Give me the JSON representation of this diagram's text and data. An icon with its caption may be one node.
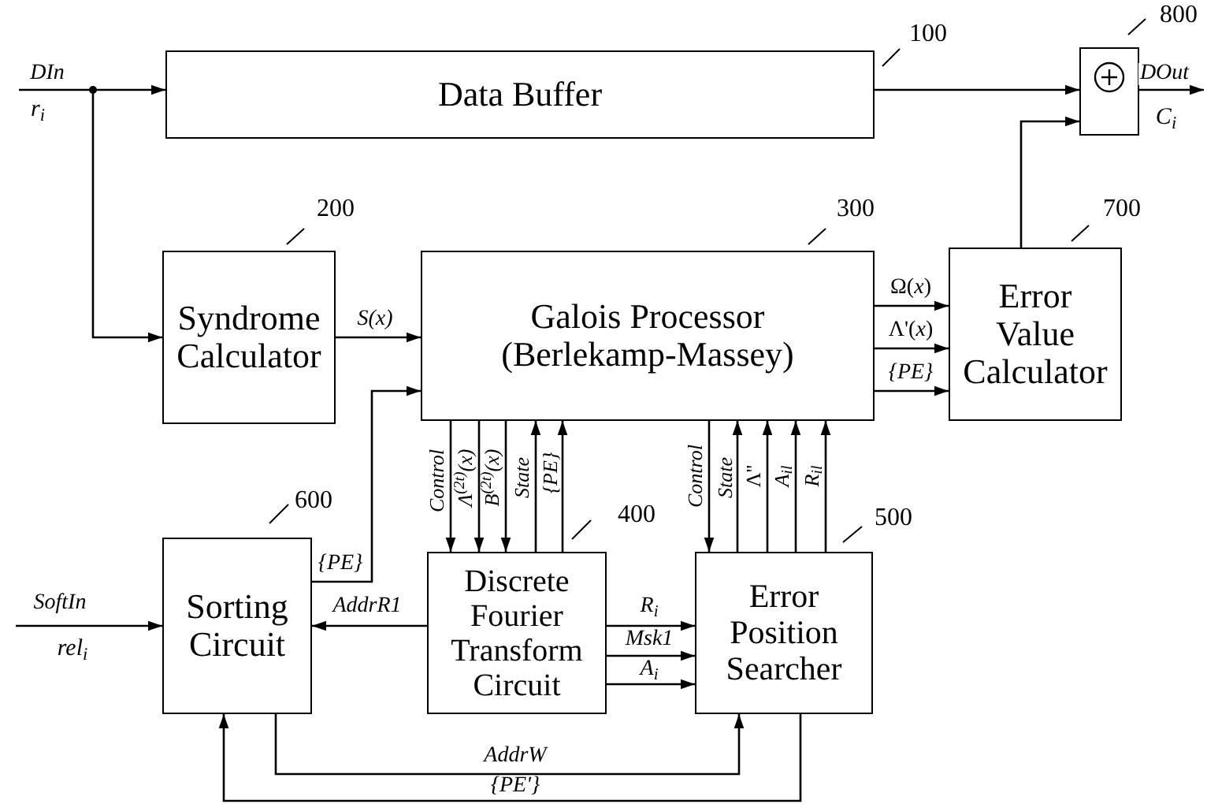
{
  "diagram": {
    "nodes": [
      {
        "text": [
          "Data Buffer"
        ],
        "beside": [
          "100"
        ]
      },
      {
        "text": [
          "Syndrome Calculator"
        ],
        "beside": [
          "200"
        ]
      },
      {
        "text": [
          "Galois Processor (Berlekamp-Massey)"
        ],
        "beside": [
          "300"
        ]
      },
      {
        "text": [
          "Error Value Calculator"
        ],
        "beside": [
          "700"
        ]
      },
      {
        "text": [
          "Sorting Circuit"
        ],
        "beside": [
          "600"
        ]
      },
      {
        "text": [
          "Discrete Fourier Transform Circuit"
        ],
        "beside": [
          "400"
        ]
      },
      {
        "text": [
          "Error Position Searcher"
        ],
        "beside": [
          "500"
        ]
      },
      {
        "text": [],
        "shape": "box",
        "beside": [
          "800"
        ]
      }
    ],
    "edges": [
      {
        "from": null,
        "to": 0,
        "arrow": "to",
        "label": "DIn"
      },
      {
        "from": null,
        "to": 1,
        "arrow": "to"
      },
      {
        "from": 0,
        "to": 7,
        "arrow": "to"
      },
      {
        "from": 7,
        "to": null,
        "arrow": "to",
        "label": "DOut"
      },
      {
        "from": 3,
        "to": 7,
        "arrow": "to"
      },
      {
        "from": 1,
        "to": 2,
        "arrow": "to",
        "label": "S(x)"
      },
      {
        "from": 4,
        "to": 2,
        "arrow": "to",
        "label": "{PE}"
      },
      {
        "from": 2,
        "to": 3,
        "arrow": "to",
        "label": "Ω(*x*)"
      },
      {
        "from": 2,
        "to": 3,
        "arrow": "to",
        "label": "Λ'(*x*)"
      },
      {
        "from": 2,
        "to": 3,
        "arrow": "to",
        "label": "{PE}"
      },
      {
        "from": 2,
        "to": 5,
        "arrow": "to",
        "label": "Control"
      },
      {
        "from": 2,
        "to": 5,
        "arrow": "to",
        "label": "Λ$^{(2t)}$(x)"
      },
      {
        "from": 2,
        "to": 5,
        "arrow": "to",
        "label": "B$^{(2t)}$(x)"
      },
      {
        "from": 5,
        "to": 2,
        "arrow": "to",
        "label": "State"
      },
      {
        "from": 5,
        "to": 2,
        "arrow": "to",
        "label": "{PE}"
      },
      {
        "from": 2,
        "to": 6,
        "arrow": "to",
        "label": "Control"
      },
      {
        "from": 6,
        "to": 2,
        "arrow": "to",
        "label": "State"
      },
      {
        "from": 6,
        "to": 2,
        "arrow": "to",
        "label": "Λ''"
      },
      {
        "from": 6,
        "to": 2,
        "arrow": "to",
        "label": "A$_{il}$"
      },
      {
        "from": 6,
        "to": 2,
        "arrow": "to",
        "label": "R$_{il}$"
      },
      {
        "from": 5,
        "to": 4,
        "arrow": "to",
        "label": "AddrR1"
      },
      {
        "from": 5,
        "to": 6,
        "arrow": "to",
        "label": "R$_{i}$"
      },
      {
        "from": 5,
        "to": 6,
        "arrow": "to",
        "label": "Msk1"
      },
      {
        "from": 5,
        "to": 6,
        "arrow": "to",
        "label": "A$_{i}$"
      },
      {
        "from": 4,
        "to": 6,
        "arrow": "to",
        "label": "AddrW"
      },
      {
        "from": 6,
        "to": 4,
        "arrow": "to",
        "label": "{PE'}"
      },
      {
        "from": null,
        "to": 4,
        "arrow": "to",
        "label": "SoftIn"
      }
    ],
    "labels": [
      "r$_{i}$",
      "C$_{i}$",
      "rel$_{i}$"
    ]
  }
}
